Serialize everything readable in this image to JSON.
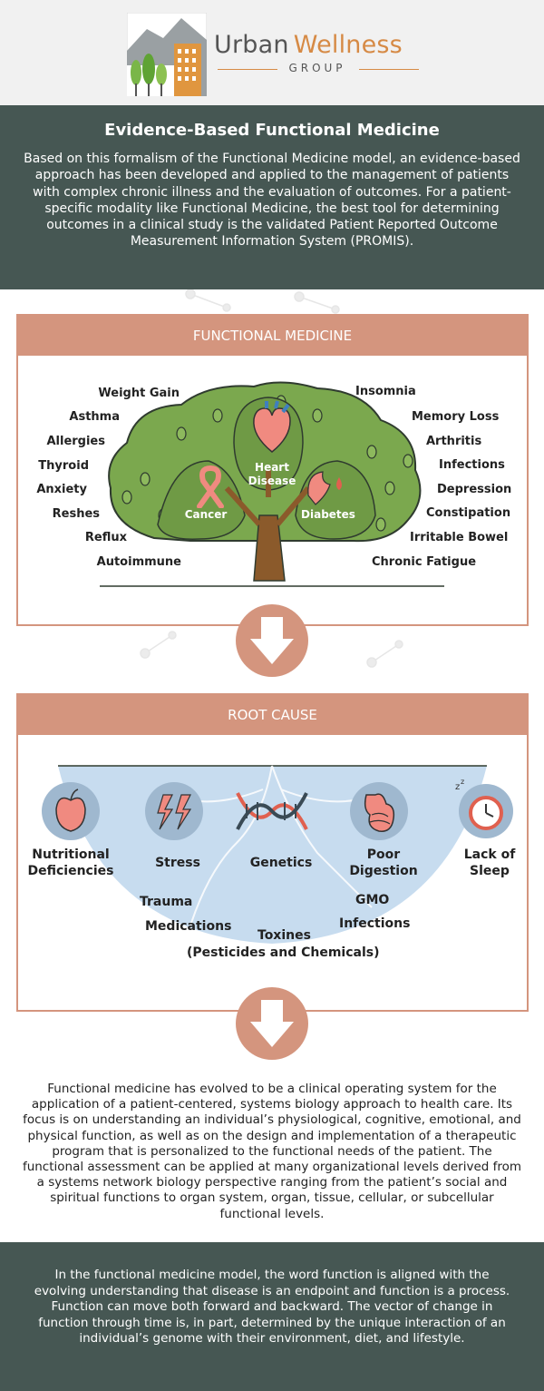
{
  "logo": {
    "word1": "Urban",
    "word2": "Wellness",
    "sub": "GROUP"
  },
  "intro": {
    "title": "Evidence-Based Functional Medicine",
    "body": "Based on this formalism of the Functional Medicine model, an evidence-based approach has been developed and applied to the management of patients with complex chronic illness and the evaluation of outcomes. For a patient-specific modality like Functional Medicine, the best tool for determining outcomes in a clinical study is the validated Patient Reported Outcome Measurement Information System (PROMIS)."
  },
  "functional": {
    "heading": "FUNCTIONAL MEDICINE",
    "left": [
      "Weight Gain",
      "Asthma",
      "Allergies",
      "Thyroid",
      "Anxiety",
      "Reshes",
      "Reflux",
      "Autoimmune"
    ],
    "right": [
      "Insomnia",
      "Memory Loss",
      "Arthritis",
      "Infections",
      "Depression",
      "Constipation",
      "Irritable Bowel",
      "Chronic Fatigue"
    ],
    "tree": {
      "heart": "Heart\nDisease",
      "cancer": "Cancer",
      "diabetes": "Diabetes"
    }
  },
  "root": {
    "heading": "ROOT CAUSE",
    "icons": [
      "Nutritional\nDeficiencies",
      "Stress",
      "Genetics",
      "Poor\nDigestion",
      "Lack of\nSleep"
    ],
    "sub": {
      "trauma": "Trauma",
      "medications": "Medications",
      "toxines": "Toxines",
      "pesticides": "(Pesticides and Chemicals)",
      "gmo": "GMO",
      "infections": "Infections"
    }
  },
  "body": "Functional medicine has evolved to be a clinical operating system for the application of a patient-centered, systems biology approach to health care. Its focus is on understanding an individual’s physiological, cognitive, emotional, and physical function, as well as on the design and implementation of a therapeutic program that is personalized to the functional needs of the patient. The functional assessment can be applied at many organizational levels derived from a systems network biology perspective ranging from the patient’s social and spiritual functions to organ system, organ, tissue, cellular, or subcellular functional levels.",
  "footer": "In the functional medicine model, the word function is aligned with the evolving understanding that disease is an endpoint and function is a process. Function can move both forward and backward. The vector of change in function through time is, in part, determined by the unique interaction of an individual’s genome with their environment, diet, and lifestyle.",
  "colors": {
    "dark": "#465753",
    "accent": "#d4957e",
    "green": "#6f9a45",
    "blue": "#c7dcef"
  },
  "icon_names": [
    "logo-icon",
    "tree-icon",
    "heart-icon",
    "ribbon-icon",
    "pancreas-icon",
    "down-arrow-icon",
    "apple-icon",
    "lightning-icon",
    "dna-icon",
    "stomach-icon",
    "alarm-clock-icon"
  ]
}
